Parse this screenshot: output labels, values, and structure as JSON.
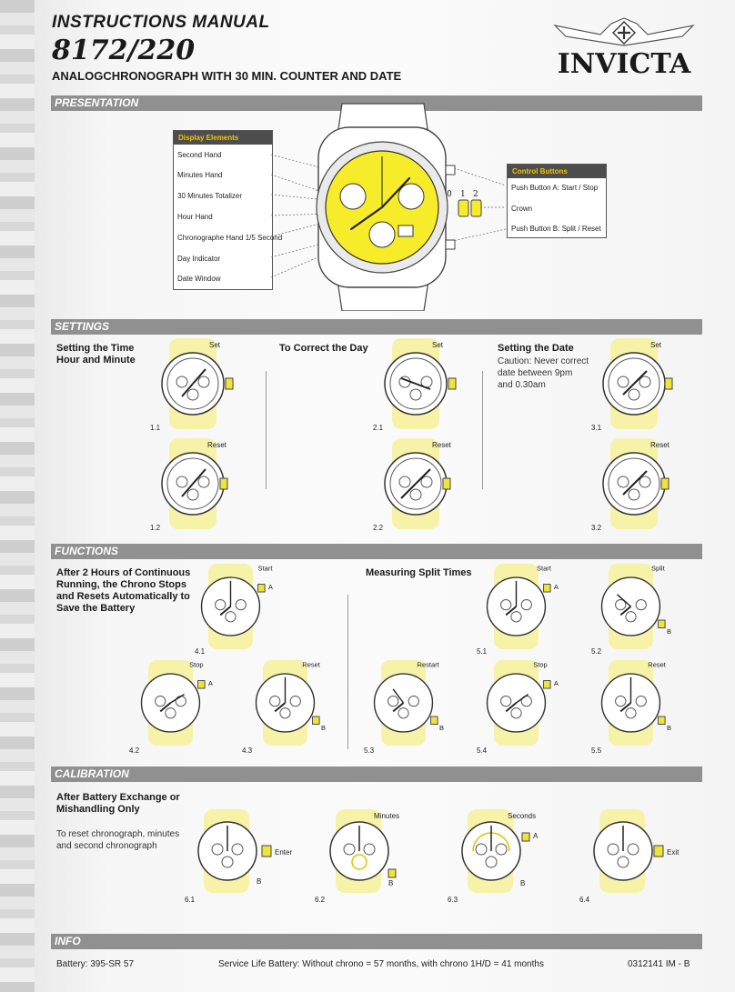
{
  "header": {
    "doc_title": "INSTRUCTIONS MANUAL",
    "model": "8172/220",
    "subtitle": "ANALOGCHRONOGRAPH WITH 30 MIN. COUNTER AND DATE",
    "brand": "INVICTA"
  },
  "sections": {
    "presentation": "PRESENTATION",
    "settings": "SETTINGS",
    "functions": "FUNCTIONS",
    "calibration": "CALIBRATION",
    "info": "INFO"
  },
  "presentation": {
    "display_title": "Display Elements",
    "display_items": [
      "Second Hand",
      "Minutes Hand",
      "30 Minutes Totalizer",
      "Hour Hand",
      "Chronographe Hand 1/5 Second",
      "Day Indicator",
      "Date Window"
    ],
    "control_title": "Control Buttons",
    "control_items": [
      "Push Button A: Start / Stop",
      "Crown",
      "Push Button B: Split / Reset"
    ],
    "crown_positions": [
      "0",
      "1",
      "2"
    ]
  },
  "settings": {
    "col1_title": "Setting the Time\nHour and Minute",
    "col2_title": "To Correct the Day",
    "col3_title": "Setting the Date",
    "col3_note": "Caution: Never correct\ndate between 9pm\nand 0.30am",
    "set_label": "Set",
    "reset_label": "Reset",
    "steps": [
      "1.1",
      "1.2",
      "2.1",
      "2.2",
      "3.1",
      "3.2"
    ]
  },
  "functions": {
    "col1_title": "After 2 Hours of Continuous\nRunning, the Chrono Stops\nand Resets Automatically to\nSave the Battery",
    "col2_title": "Measuring Split Times",
    "labels": {
      "start": "Start",
      "stop": "Stop",
      "reset": "Reset",
      "split": "Split",
      "restart": "Restart",
      "a": "A",
      "b": "B"
    },
    "steps": [
      "4.1",
      "4.2",
      "4.3",
      "5.1",
      "5.2",
      "5.3",
      "5.4",
      "5.5"
    ]
  },
  "calibration": {
    "title": "After Battery Exchange or\nMishandling Only",
    "note": "To reset chronograph, minutes\nand second chronograph",
    "labels": {
      "enter": "Enter",
      "minutes": "Minutes",
      "seconds": "Seconds",
      "exit": "Exit",
      "a": "A",
      "b": "B"
    },
    "steps": [
      "6.1",
      "6.2",
      "6.3",
      "6.4"
    ]
  },
  "info": {
    "battery": "Battery: 395-SR 57",
    "service": "Service Life Battery: Without chrono = 57 months, with chrono 1H/D = 41 months",
    "code": "0312141 IM - B"
  },
  "colors": {
    "accent": "#f0e33a",
    "strap": "#f6f2a8",
    "section": "#909090",
    "ink": "#222222"
  }
}
